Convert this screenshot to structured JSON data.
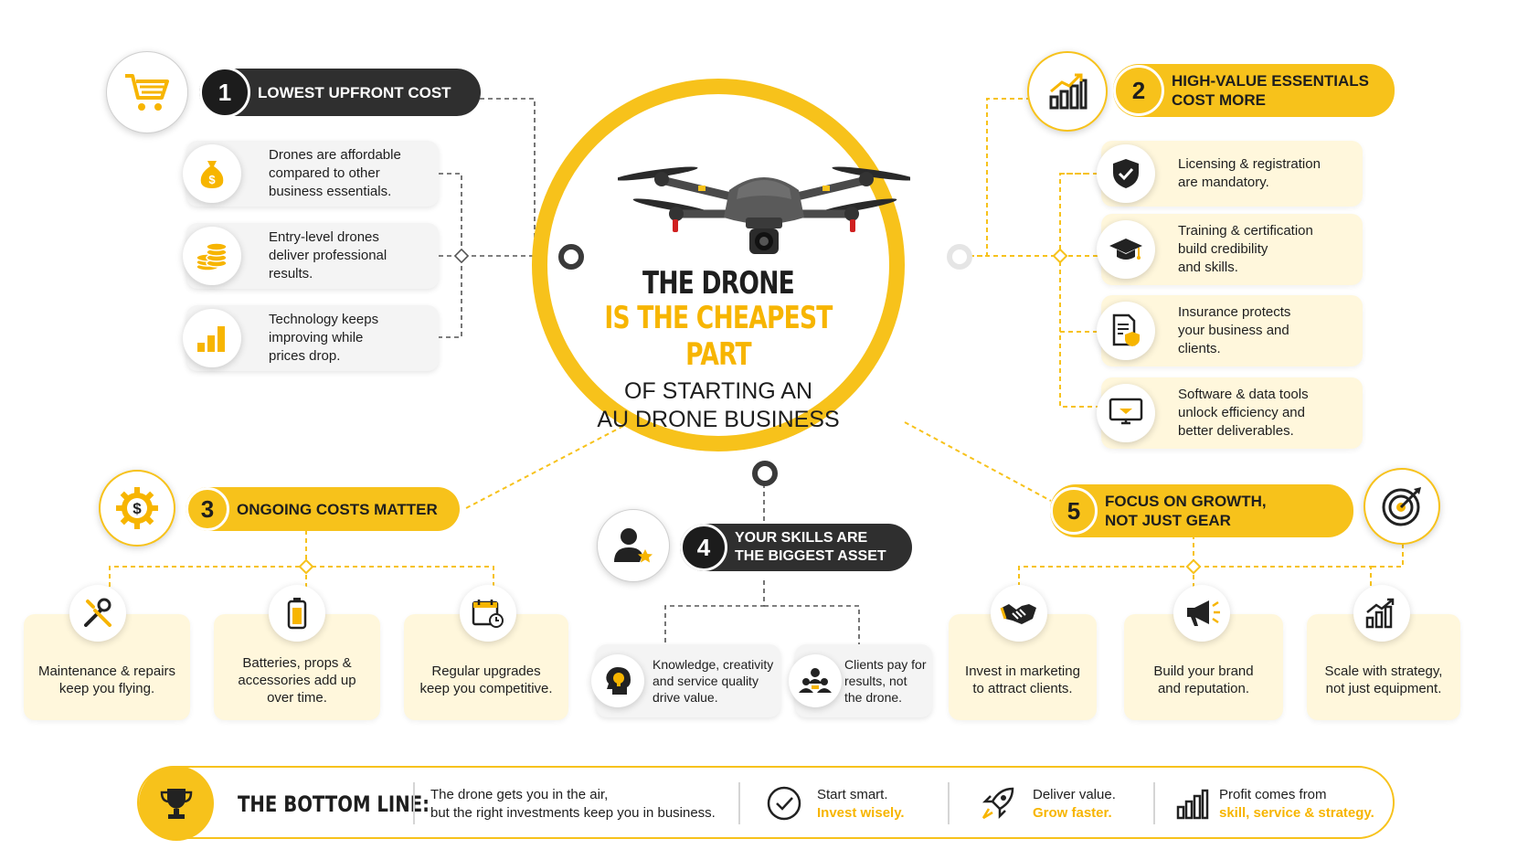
{
  "center": {
    "line1": "THE DRONE",
    "line2": "IS THE CHEAPEST PART",
    "line3": "OF STARTING AN",
    "line4": "AU DRONE BUSINESS"
  },
  "sections": {
    "s1": {
      "number": "1",
      "title": "LOWEST UPFRONT COST",
      "icon": "shopping-cart-icon",
      "items": [
        {
          "icon": "money-bag-icon",
          "text": "Drones are affordable\ncompared to other\nbusiness essentials."
        },
        {
          "icon": "coin-stack-icon",
          "text": "Entry-level drones\ndeliver professional\nresults."
        },
        {
          "icon": "bar-chart-icon",
          "text": "Technology keeps\nimproving while\nprices drop."
        }
      ]
    },
    "s2": {
      "number": "2",
      "title_line1": "HIGH-VALUE ESSENTIALS",
      "title_line2": "COST MORE",
      "icon": "growth-chart-icon",
      "items": [
        {
          "icon": "shield-check-icon",
          "text": "Licensing & registration\nare mandatory."
        },
        {
          "icon": "graduation-cap-icon",
          "text": "Training & certification\nbuild credibility\nand skills."
        },
        {
          "icon": "insurance-document-icon",
          "text": "Insurance protects\nyour business and\nclients."
        },
        {
          "icon": "monitor-icon",
          "text": "Software & data tools\nunlock efficiency and\nbetter deliverables."
        }
      ]
    },
    "s3": {
      "number": "3",
      "title": "ONGOING COSTS MATTER",
      "icon": "dollar-gear-icon",
      "items": [
        {
          "icon": "tools-icon",
          "text": "Maintenance & repairs\nkeep you flying."
        },
        {
          "icon": "battery-icon",
          "text": "Batteries, props &\naccessories add up\nover time."
        },
        {
          "icon": "calendar-clock-icon",
          "text": "Regular upgrades\nkeep you competitive."
        }
      ]
    },
    "s4": {
      "number": "4",
      "title_line1": "YOUR SKILLS ARE",
      "title_line2": "THE BIGGEST ASSET",
      "icon": "person-star-icon",
      "items": [
        {
          "icon": "lightbulb-head-icon",
          "text": "Knowledge, creativity\nand service quality\ndrive value."
        },
        {
          "icon": "clients-icon",
          "text": "Clients pay for\nresults, not\nthe drone."
        }
      ]
    },
    "s5": {
      "number": "5",
      "title_line1": "FOCUS ON GROWTH,",
      "title_line2": "NOT JUST GEAR",
      "icon": "target-icon",
      "items": [
        {
          "icon": "handshake-icon",
          "text": "Invest in marketing\nto attract clients."
        },
        {
          "icon": "megaphone-icon",
          "text": "Build your brand\nand reputation."
        },
        {
          "icon": "growth-chart-icon",
          "text": "Scale with strategy,\nnot just equipment."
        }
      ]
    }
  },
  "bottom": {
    "title": "THE BOTTOM LINE:",
    "main_line1": "The drone gets you in the air,",
    "main_line2": "but the right investments keep you in business.",
    "p1_line1": "Start smart.",
    "p1_line2": "Invest wisely.",
    "p2_line1": "Deliver value.",
    "p2_line2": "Grow faster.",
    "p3_line1": "Profit comes from",
    "p3_line2": "skill, service & strategy."
  },
  "colors": {
    "accent": "#f7c21b",
    "dark": "#2f2f2f",
    "cream": "#fff7dc"
  }
}
